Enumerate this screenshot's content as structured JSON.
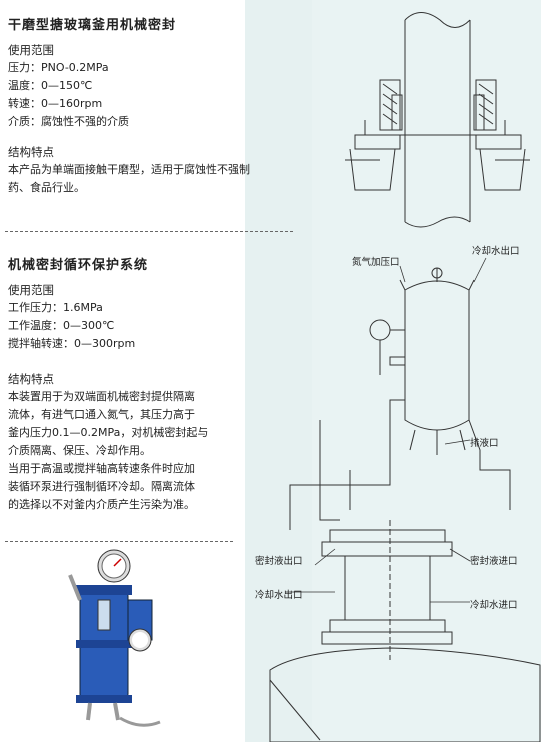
{
  "section1": {
    "title": "干磨型搪玻璃釜用机械密封",
    "scope_heading": "使用范围",
    "specs": [
      "压力：PNO-0.2MPa",
      "温度：0—150℃",
      "转速：0—160rpm",
      "介质：腐蚀性不强的介质"
    ],
    "features_heading": "结构特点",
    "features_lines": [
      "本产品为单端面接触干磨型，适用于腐蚀性不强制",
      "药、食品行业。"
    ]
  },
  "section2": {
    "title": "机械密封循环保护系统",
    "scope_heading": "使用范围",
    "specs": [
      "工作压力：1.6MPa",
      "工作温度：0—300℃",
      "搅拌轴转速：0—300rpm"
    ],
    "features_heading": "结构特点",
    "features_lines": [
      "本装置用于为双端面机械密封提供隔离",
      "流体，有进气口通入氮气，其压力高于",
      "釜内压力0.1—0.2MPa，对机械密封起与",
      "介质隔离、保压、冷却作用。",
      "当用于高温或搅拌轴高转速条件时应加",
      "装循环泵进行强制循环冷却。隔离流体",
      "的选择以不对釜内介质产生污染为准。"
    ]
  },
  "diagram_labels": {
    "nitrogen_inlet": "氮气加压口",
    "cooling_water_out_top": "冷却水出口",
    "drain": "排液口",
    "seal_fluid_out": "密封液出口",
    "seal_fluid_in": "密封液进口",
    "cooling_water_out": "冷却水出口",
    "cooling_water_in": "冷却水进口"
  }
}
